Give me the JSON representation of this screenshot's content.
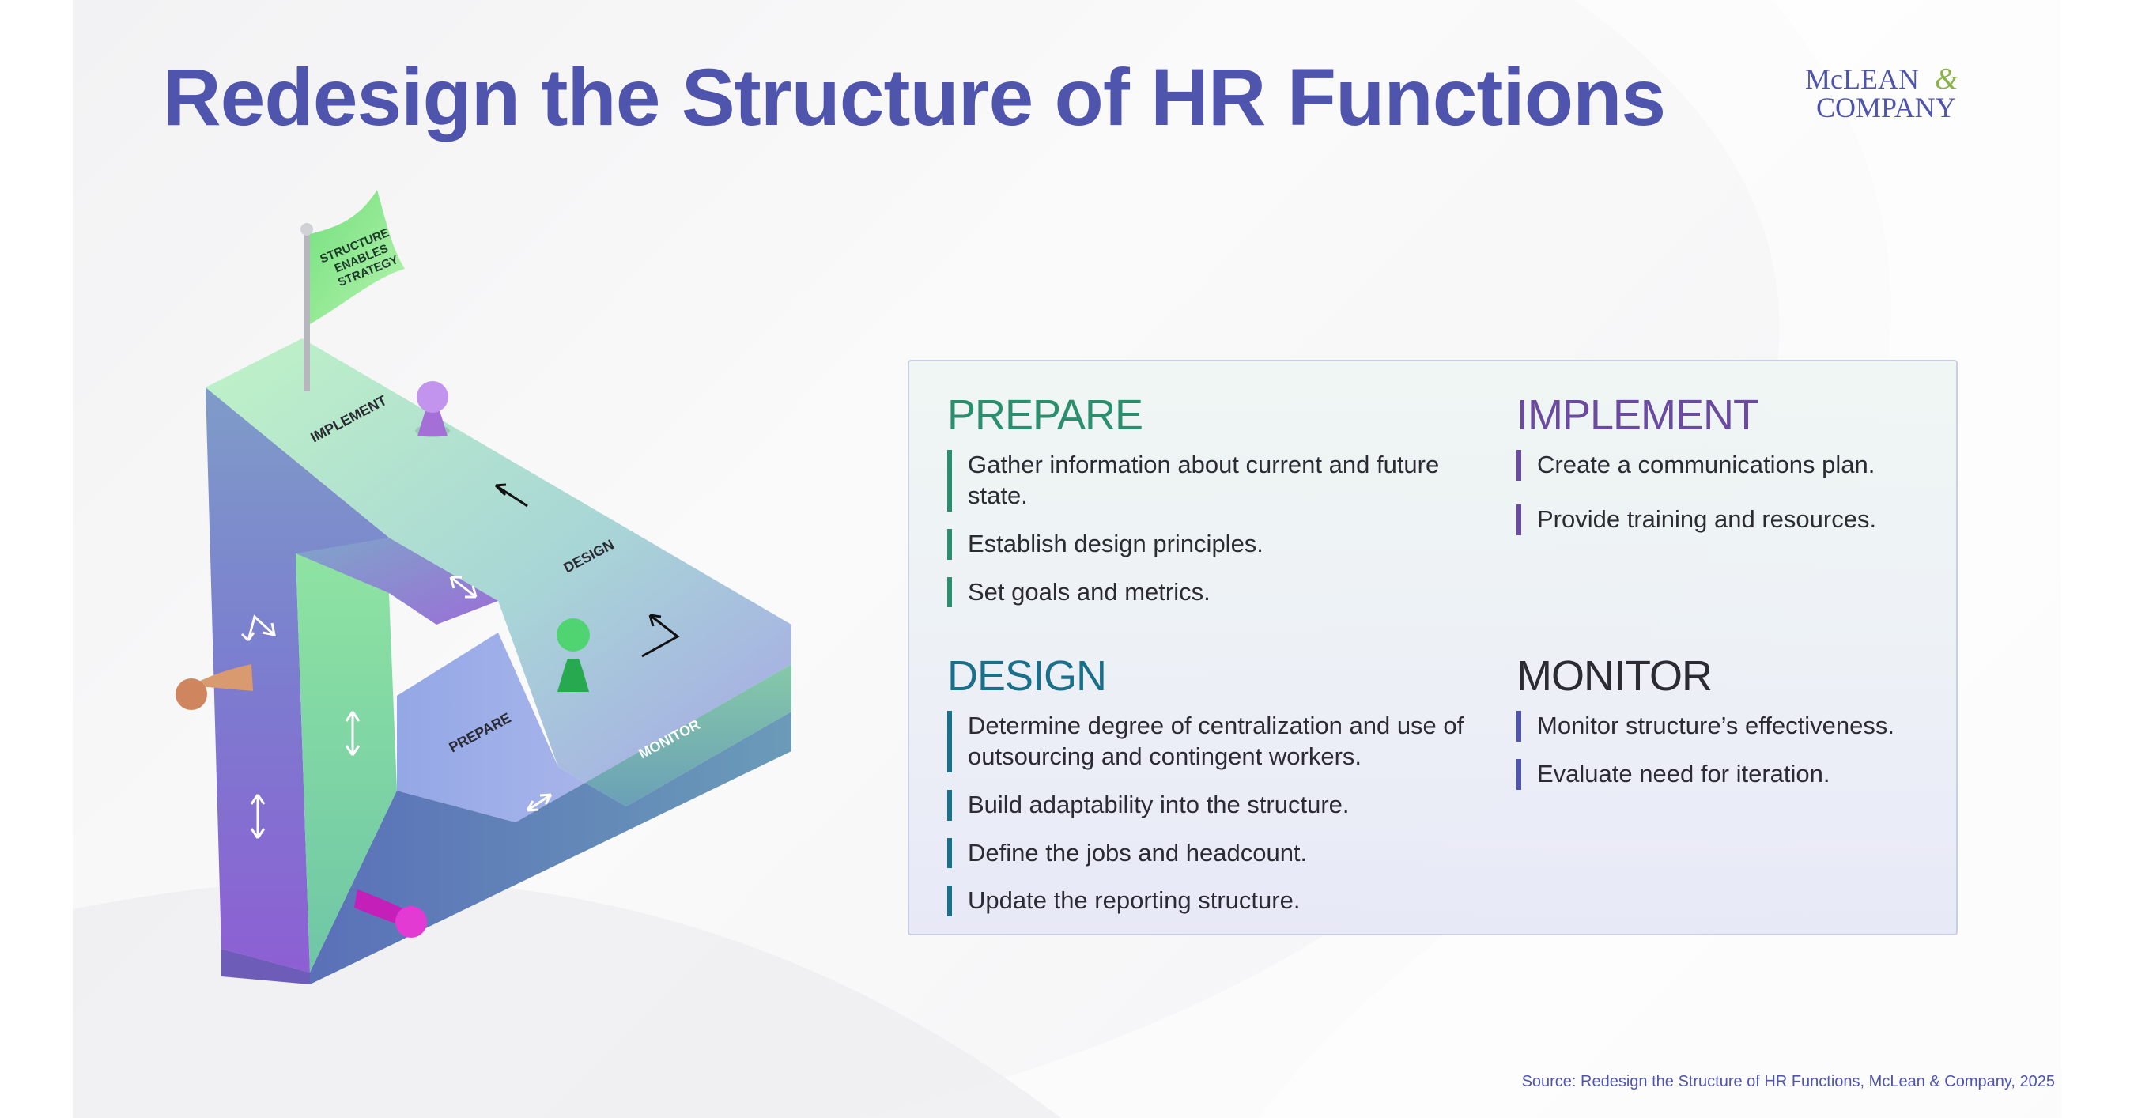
{
  "title": "Redesign the Structure of HR Functions",
  "logo": {
    "line1": "McLEAN",
    "ampersand": "&",
    "line2": "COMPANY"
  },
  "diagram": {
    "flag_text": [
      "STRUCTURE",
      "ENABLES",
      "STRATEGY"
    ],
    "bar_labels": {
      "implement": "IMPLEMENT",
      "design": "DESIGN",
      "prepare": "PREPARE",
      "monitor": "MONITOR"
    }
  },
  "panel": {
    "prepare": {
      "heading": "PREPARE",
      "items": [
        "Gather information about current and future state.",
        "Establish design principles.",
        "Set goals and metrics."
      ]
    },
    "implement": {
      "heading": "IMPLEMENT",
      "items": [
        "Create a communications plan.",
        "Provide training and resources."
      ]
    },
    "design": {
      "heading": "DESIGN",
      "items": [
        "Determine degree of centralization and use of outsourcing and contingent workers.",
        "Build adaptability into the structure.",
        "Define the jobs and headcount.",
        "Update the reporting structure."
      ]
    },
    "monitor": {
      "heading": "MONITOR",
      "items": [
        "Monitor structure’s effectiveness.",
        "Evaluate need for iteration."
      ]
    }
  },
  "source": "Source: Redesign the Structure of HR Functions, McLean & Company, 2025",
  "colors": {
    "title": "#4f55ad",
    "prepare": "#2b8f6e",
    "implement": "#6a4ba0",
    "design": "#1a6f8a",
    "monitor": "#2b2b33"
  }
}
